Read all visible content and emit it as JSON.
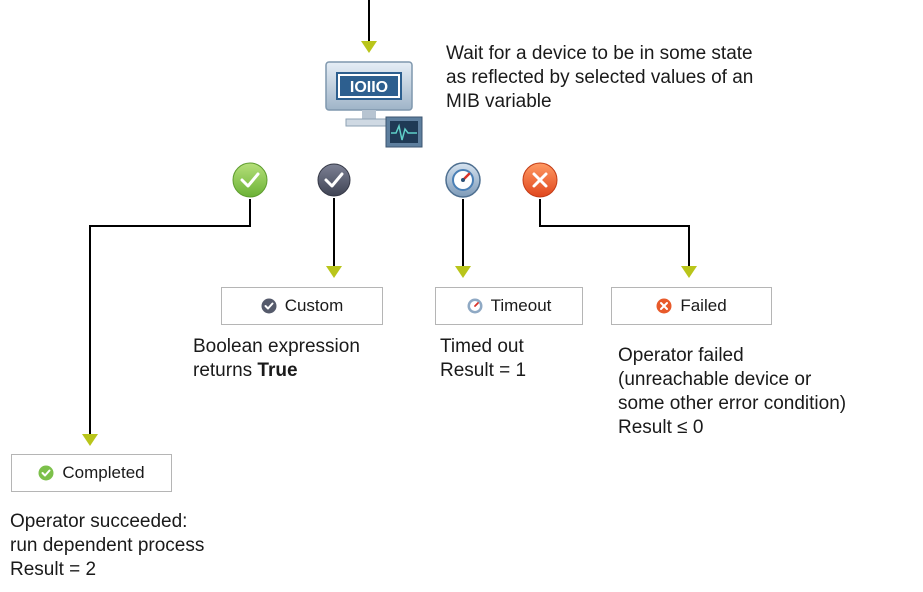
{
  "description": [
    "Wait for a device to be in some state",
    "as reflected by selected values of an",
    "MIB variable"
  ],
  "device_icon_text": "IOIIO",
  "outcomes": {
    "completed": {
      "label": "Completed",
      "desc": [
        "Operator succeeded:",
        "run dependent process",
        "Result = 2"
      ],
      "color": "#7cc04a"
    },
    "custom": {
      "label": "Custom",
      "desc1": "Boolean expression",
      "desc2_prefix": "returns ",
      "desc2_bold": "True",
      "color": "#555a6b"
    },
    "timeout": {
      "label": "Timeout",
      "desc": [
        "Timed out",
        "Result = 1"
      ],
      "color": "#4a7fb5"
    },
    "failed": {
      "label": "Failed",
      "desc": [
        "Operator failed",
        "(unreachable device or",
        "some other error condition)",
        "Result ≤ 0"
      ],
      "color": "#e85a2a"
    }
  }
}
